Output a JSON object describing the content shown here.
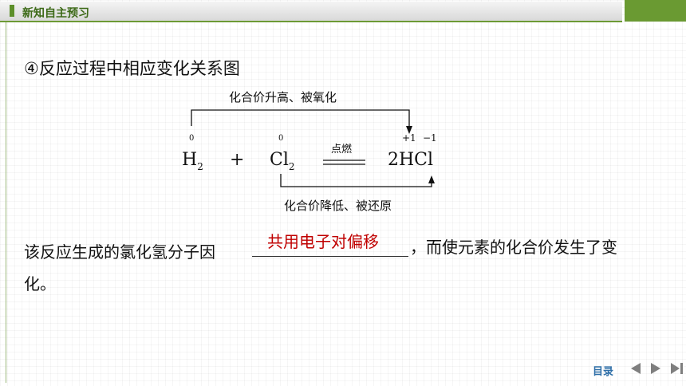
{
  "header": {
    "section_title": "新知自主预习"
  },
  "heading": "④反应过程中相应变化关系图",
  "diagram": {
    "upper_label": "化合价升高、被氧化",
    "lower_label": "化合价降低、被还原",
    "condition": "点燃",
    "reactant1_symbol": "H",
    "reactant1_sub": "2",
    "reactant1_ox": "0",
    "plus": "+",
    "reactant2_symbol": "Cl",
    "reactant2_sub": "2",
    "reactant2_ox": "0",
    "product": "2HCl",
    "product_ox_h": "+1",
    "product_ox_cl": "−1"
  },
  "sentence": {
    "before": "该反应生成的氯化氢分子因",
    "answer": "共用电子对偏移",
    "after": "，而使元素的化合价发生了变",
    "line2": "化。"
  },
  "footer": {
    "toc_label": "目录",
    "nav_colors": {
      "arrow": "#7f7f7f"
    }
  }
}
